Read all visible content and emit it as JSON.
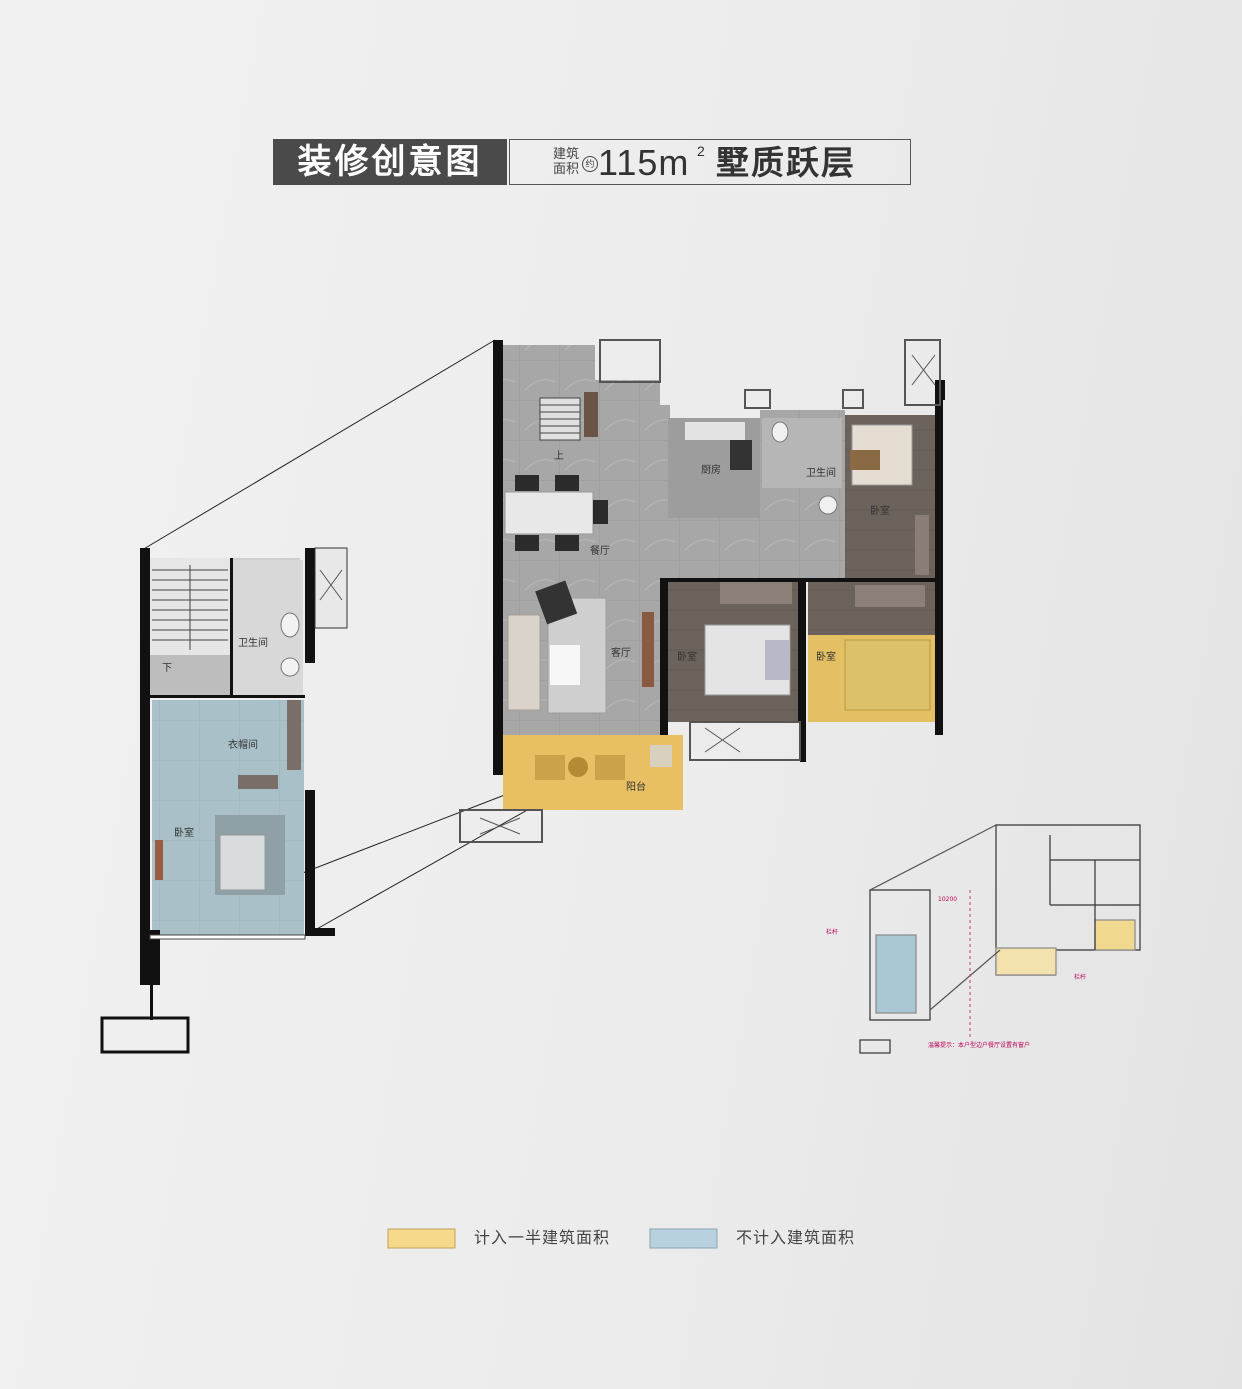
{
  "header": {
    "title": "装修创意图",
    "area_label_line1": "建筑",
    "area_label_line2": "面积",
    "area_approx": "约",
    "area_value": "115m",
    "area_sup": "2",
    "unit_type": "墅质跃层"
  },
  "rooms": {
    "upper_bathroom": "卫生间",
    "down_stairs": "下",
    "cloakroom": "衣帽间",
    "upper_bedroom": "卧室",
    "up_stairs": "上",
    "kitchen": "厨房",
    "bathroom": "卫生间",
    "dining": "餐厅",
    "living": "客厅",
    "bedroom_a": "卧室",
    "bedroom_b": "卧室",
    "bedroom_c": "卧室",
    "balcony": "阳台"
  },
  "mini_plan": {
    "railing_1": "栏杆",
    "railing_2": "栏杆",
    "dimension": "10200",
    "notice": "温馨提示：本户型边户餐厅设置有窗户"
  },
  "legend": [
    {
      "label": "计入一半建筑面积",
      "color": "#f6d98b"
    },
    {
      "label": "不计入建筑面积",
      "color": "#b7d2de"
    }
  ],
  "colors": {
    "wall": "#111111",
    "floor_tile": "#a9a9a9",
    "wood_floor": "#6e635d",
    "half_area": "#e9c05f",
    "excluded_area": "#a9c4cf"
  }
}
